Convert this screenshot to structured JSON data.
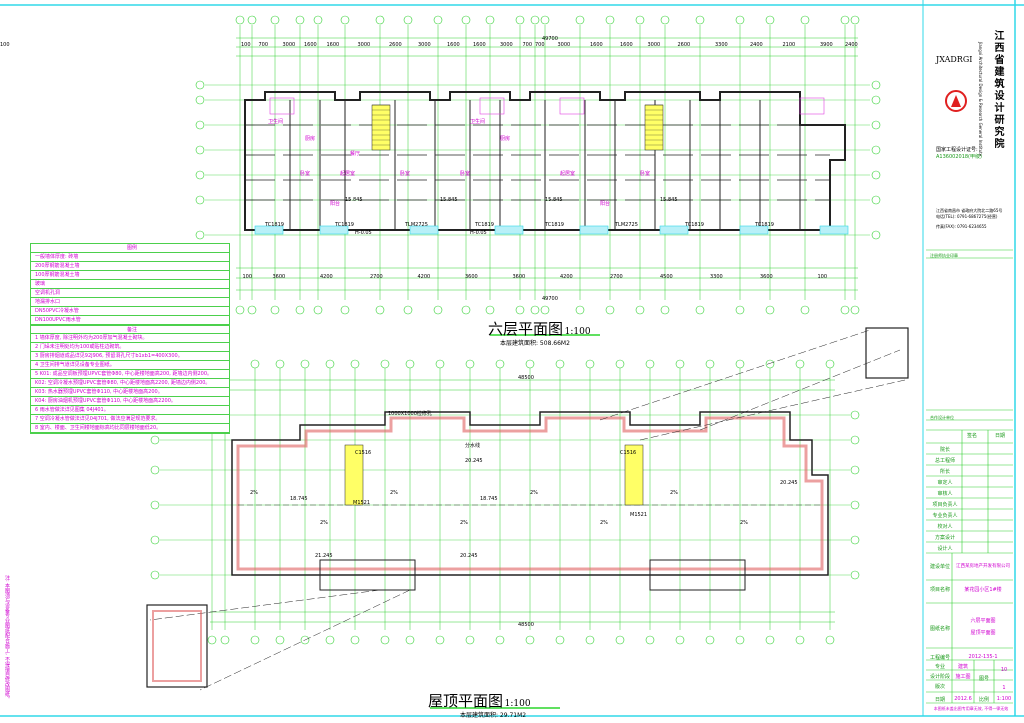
{
  "institute": {
    "logo_text": "JXADRGI",
    "name": "江西省建筑设计研究院",
    "name_en": "Jiangxi Architectural Design & Research General Institute",
    "cert_label": "国家工程设计证号:",
    "cert_no": "A136002018(甲级)",
    "address": "江西省南昌市 省政府大院北二路65号",
    "tel": "电话(TEL): 0791-6867275(经营)",
    "fax": "传真(FAX): 0791-6234655",
    "stamp_label": "注册师执业印章",
    "collab_label": "合作设计单位"
  },
  "title_block": {
    "sign_headers": [
      "签名",
      "日期"
    ],
    "roles": [
      "院长",
      "总工程师",
      "所长",
      "审定人",
      "审核人",
      "项目负责人",
      "专业负责人",
      "校对人",
      "方案设计",
      "设计人"
    ],
    "client_label": "建设单位",
    "client": "江西某房地产开发有限公司",
    "project_label": "项目名称",
    "project": "某花园小区1#楼",
    "drawing_label": "图纸名称",
    "drawing_names": [
      "六层平面图",
      "屋顶平面图"
    ],
    "job_no_label": "工程编号",
    "job_no": "2012-135-1",
    "discipline_label": "专业",
    "discipline": "建筑",
    "stage_label": "设计阶段",
    "stage": "施工图",
    "sheet_label": "图号",
    "sheet_no": "10",
    "version_label": "版次",
    "version": "1",
    "date_label": "日期",
    "date": "2012.6",
    "scale_label": "比例",
    "scale": "1:100",
    "footer": "本图纸未盖出图专用章无效, 不得一律无效"
  },
  "plan_sixth": {
    "title": "六层平面图",
    "scale": "1:100",
    "area": "本层建筑面积: 508.66M2",
    "total_dim": "49700",
    "top_dims": [
      "100",
      "700",
      "3000",
      "1600",
      "1600",
      "3000",
      "2600",
      "3000",
      "1600",
      "1600",
      "3000",
      "700",
      "700",
      "3000",
      "1600",
      "1600",
      "3000",
      "2600",
      "3300",
      "2400",
      "2100",
      "3900",
      "2400",
      "100"
    ],
    "bottom_dims": [
      "100",
      "3600",
      "4200",
      "2700",
      "4200",
      "3600",
      "3600",
      "4200",
      "2700",
      "4500",
      "3300",
      "3600",
      "100"
    ],
    "rooms": [
      "卫生间",
      "厨房",
      "卧室",
      "起居室",
      "餐厅",
      "卧室",
      "阳台",
      "卫生间",
      "厨房",
      "卧室",
      "起居室",
      "卧室",
      "阳台"
    ],
    "elevations": [
      "15.845",
      "15.845",
      "15.845",
      "15.845",
      "H-0.05",
      "H-0.05"
    ],
    "windows": [
      "TC1819",
      "TC1819",
      "TLM2725",
      "TC1819",
      "TC1819",
      "TLM2725",
      "TC1819",
      "TC1819"
    ]
  },
  "plan_roof": {
    "title": "屋顶平面图",
    "scale": "1:100",
    "area": "本层建筑面积: 29.71M2",
    "total_dim": "48500",
    "elevations": [
      "20.245",
      "18.745",
      "18.745",
      "20.245",
      "21.245",
      "20.245"
    ],
    "slopes": [
      "2%",
      "2%",
      "2%",
      "2%",
      "2%",
      "2%",
      "2%",
      "2%"
    ],
    "labels": [
      "1000X1000检修孔",
      "分水线",
      "C1516",
      "C1516",
      "M1521",
      "M1521"
    ]
  },
  "legend": {
    "header": "图例",
    "items": [
      "一般墙体厚度: 砖墙",
      "200厚钢筋混凝土墙",
      "100厚钢筋混凝土墙",
      "玻璃",
      "空调机孔洞",
      "地漏排水口",
      "DN50PVC冷凝水管",
      "DN100UPVC雨水管"
    ],
    "notes_header": "备注",
    "notes": [
      "1  墙体厚度, 除注明外均为200厚加气混凝土砌块。",
      "2  门垛未注明处均为100或贴柱边砌筑。",
      "3  厨房排烟道成品详见92J906, 预留洞孔尺寸b1xb1=400X300。",
      "4  卫生间排气道详见设备专业图纸。",
      "5  K01: 成品空调板预埋UPVC套管Φ80, 中心距楼地面高200, 距墙边内侧200。",
      "   K02: 空调冷凝水预埋UPVC套管Φ80, 中心距楼地面高2200, 距墙边内侧200。",
      "   K03: 热水器预埋UPVC套管Φ110, 中心距楼地面高200。",
      "   K04: 厨房油烟机预埋UPVC套管Φ110, 中心距楼地面高2200。",
      "6  雨水管做法详见图集 04J401。",
      "7  空调冷凝水管做法详见04J701, 做法应满足规范要求。",
      "8  室内、楼面、卫生间楼地面标高均比同层楼地面低20。"
    ]
  },
  "side_note": "注: 本图须与设备专业图纸配合施工, 不得擅自修改图纸。"
}
